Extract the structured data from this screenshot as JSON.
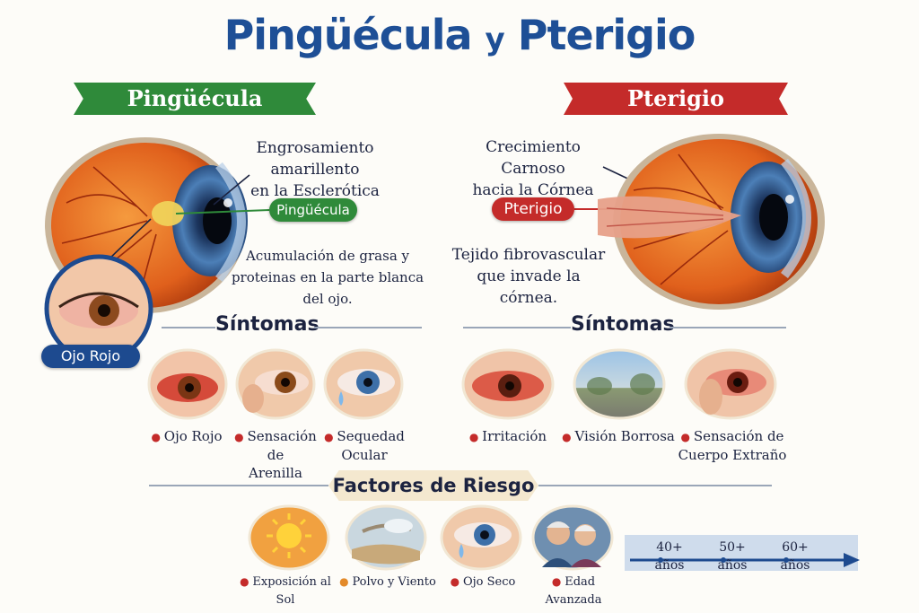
{
  "title_main": "Pingüécula",
  "title_y": "y",
  "title_end": "Pterigio",
  "left": {
    "ribbon": "Pingüécula",
    "note1": [
      "Engrosamiento amarillento",
      "en la Esclerótica"
    ],
    "pill": "Pingüécula",
    "note2": [
      "Acumulación de grasa y",
      "proteinas en la parte blanca del ojo."
    ],
    "badge": "Ojo Rojo",
    "symptoms_title": "Síntomas",
    "symptoms": [
      {
        "lines": [
          "Ojo Rojo"
        ],
        "icon": "red-eye-icon"
      },
      {
        "lines": [
          "Sensación de",
          "Arenilla"
        ],
        "icon": "rubbing-eye-icon"
      },
      {
        "lines": [
          "Sequedad",
          "Ocular"
        ],
        "icon": "dry-eye-icon"
      }
    ]
  },
  "right": {
    "ribbon": "Pterigio",
    "note1": [
      "Crecimiento Carnoso",
      "hacia la Córnea"
    ],
    "pill": "Pterigio",
    "note2": [
      "Tejido fibrovascular",
      "que invade la córnea."
    ],
    "symptoms_title": "Síntomas",
    "symptoms": [
      {
        "lines": [
          "Irritación"
        ],
        "icon": "irritated-eye-icon"
      },
      {
        "lines": [
          "Visión Borrosa"
        ],
        "icon": "blurred-scene-icon"
      },
      {
        "lines": [
          "Sensación de",
          "Cuerpo Extraño"
        ],
        "icon": "foreign-body-eye-icon"
      }
    ]
  },
  "risk": {
    "title": "Factores de Riesgo",
    "factors": [
      {
        "label": "Exposición al Sol",
        "icon": "sun-icon"
      },
      {
        "label": "Polvo y Viento",
        "icon": "dust-wind-icon"
      },
      {
        "label": "Ojo Seco",
        "icon": "dry-eye-tear-icon"
      },
      {
        "label": "Edad Avanzada",
        "icon": "elderly-couple-icon"
      }
    ],
    "ages": [
      "40+ años",
      "50+ años",
      "60+ años"
    ]
  },
  "colors": {
    "blue": "#1e4f96",
    "green": "#2f8a3a",
    "red": "#c42b2a",
    "iris": "#3d6fa8",
    "sclera": "#e8641e"
  }
}
